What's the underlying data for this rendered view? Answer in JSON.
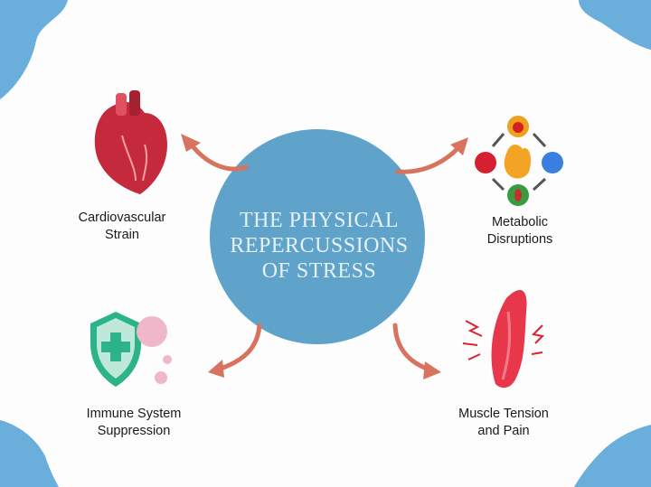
{
  "title": [
    "THE PHYSICAL",
    "REPERCUSSIONS",
    "OF STRESS"
  ],
  "effects": [
    {
      "line1": "Cardiovascular",
      "line2": "Strain",
      "icon": "heart-icon"
    },
    {
      "line1": "Metabolic",
      "line2": "Disruptions",
      "icon": "metabolism-cycle-icon"
    },
    {
      "line1": "Immune System",
      "line2": "Suppression",
      "icon": "shield-virus-icon"
    },
    {
      "line1": "Muscle Tension",
      "line2": "and Pain",
      "icon": "muscle-pain-icon"
    }
  ],
  "colors": {
    "circle": "#5fa3cb",
    "arrow": "#d8735f",
    "corner": "#6aaedb",
    "heart": "#c42a3c"
  }
}
